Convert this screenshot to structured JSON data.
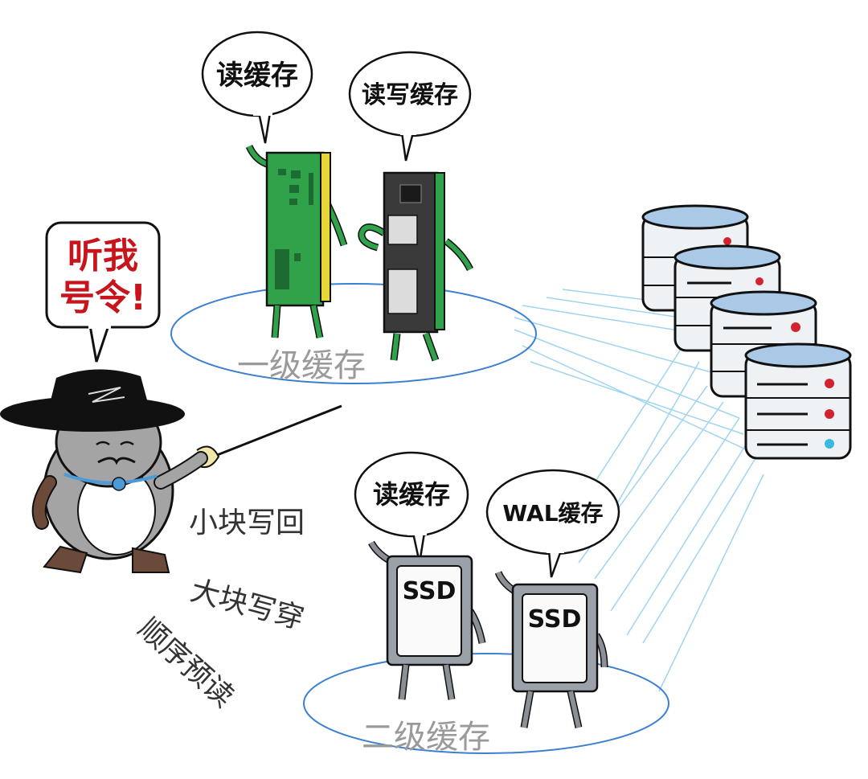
{
  "command_bubble": {
    "line1": "听我",
    "line2": "号令!"
  },
  "tier1": {
    "label": "一级缓存",
    "left_module_bubble": "读缓存",
    "right_module_bubble": "读写缓存"
  },
  "tier2": {
    "label": "二级缓存",
    "left_ssd_bubble": "读缓存",
    "right_ssd_bubble": "WAL缓存",
    "ssd_label": "SSD"
  },
  "policies": [
    "小块写回",
    "大块写穿",
    "顺序预读"
  ],
  "colors": {
    "command_red": "#c8141b",
    "ram_green": "#2fa24a",
    "ram_gold": "#e7d63a",
    "dark_module": "#3a3a3a",
    "ssd_grey": "#9aa1a8",
    "ellipse_blue": "#3d7fd0",
    "server_blue": "#a9c9e6",
    "beam_blue": "#7fc3ea",
    "status_red": "#d22430",
    "status_cyan": "#3cb8e0"
  },
  "icons": [
    "bubble",
    "ram-module-icon",
    "ssd-drive-icon",
    "server-stack-icon",
    "cat-swordsman-icon"
  ]
}
